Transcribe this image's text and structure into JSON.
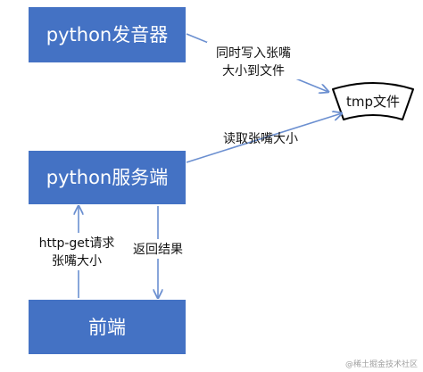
{
  "colors": {
    "box_fill": "#4472c4",
    "box_text": "#ffffff",
    "arrow": "#6b8fd0",
    "tmp_border": "#000000"
  },
  "nodes": {
    "speaker": {
      "label": "python发音器"
    },
    "server": {
      "label": "python服务端"
    },
    "frontend": {
      "label": "前端"
    },
    "tmp_file": {
      "label": "tmp文件"
    }
  },
  "edges": {
    "speaker_to_tmp": {
      "line1": "同时写入张嘴",
      "line2": "大小到文件"
    },
    "server_reads_tmp": {
      "line1": "读取张嘴大小"
    },
    "frontend_to_server": {
      "line1": "http-get请求",
      "line2": "张嘴大小"
    },
    "server_to_frontend": {
      "line1": "返回结果"
    }
  },
  "watermark": "@稀土掘金技术社区"
}
